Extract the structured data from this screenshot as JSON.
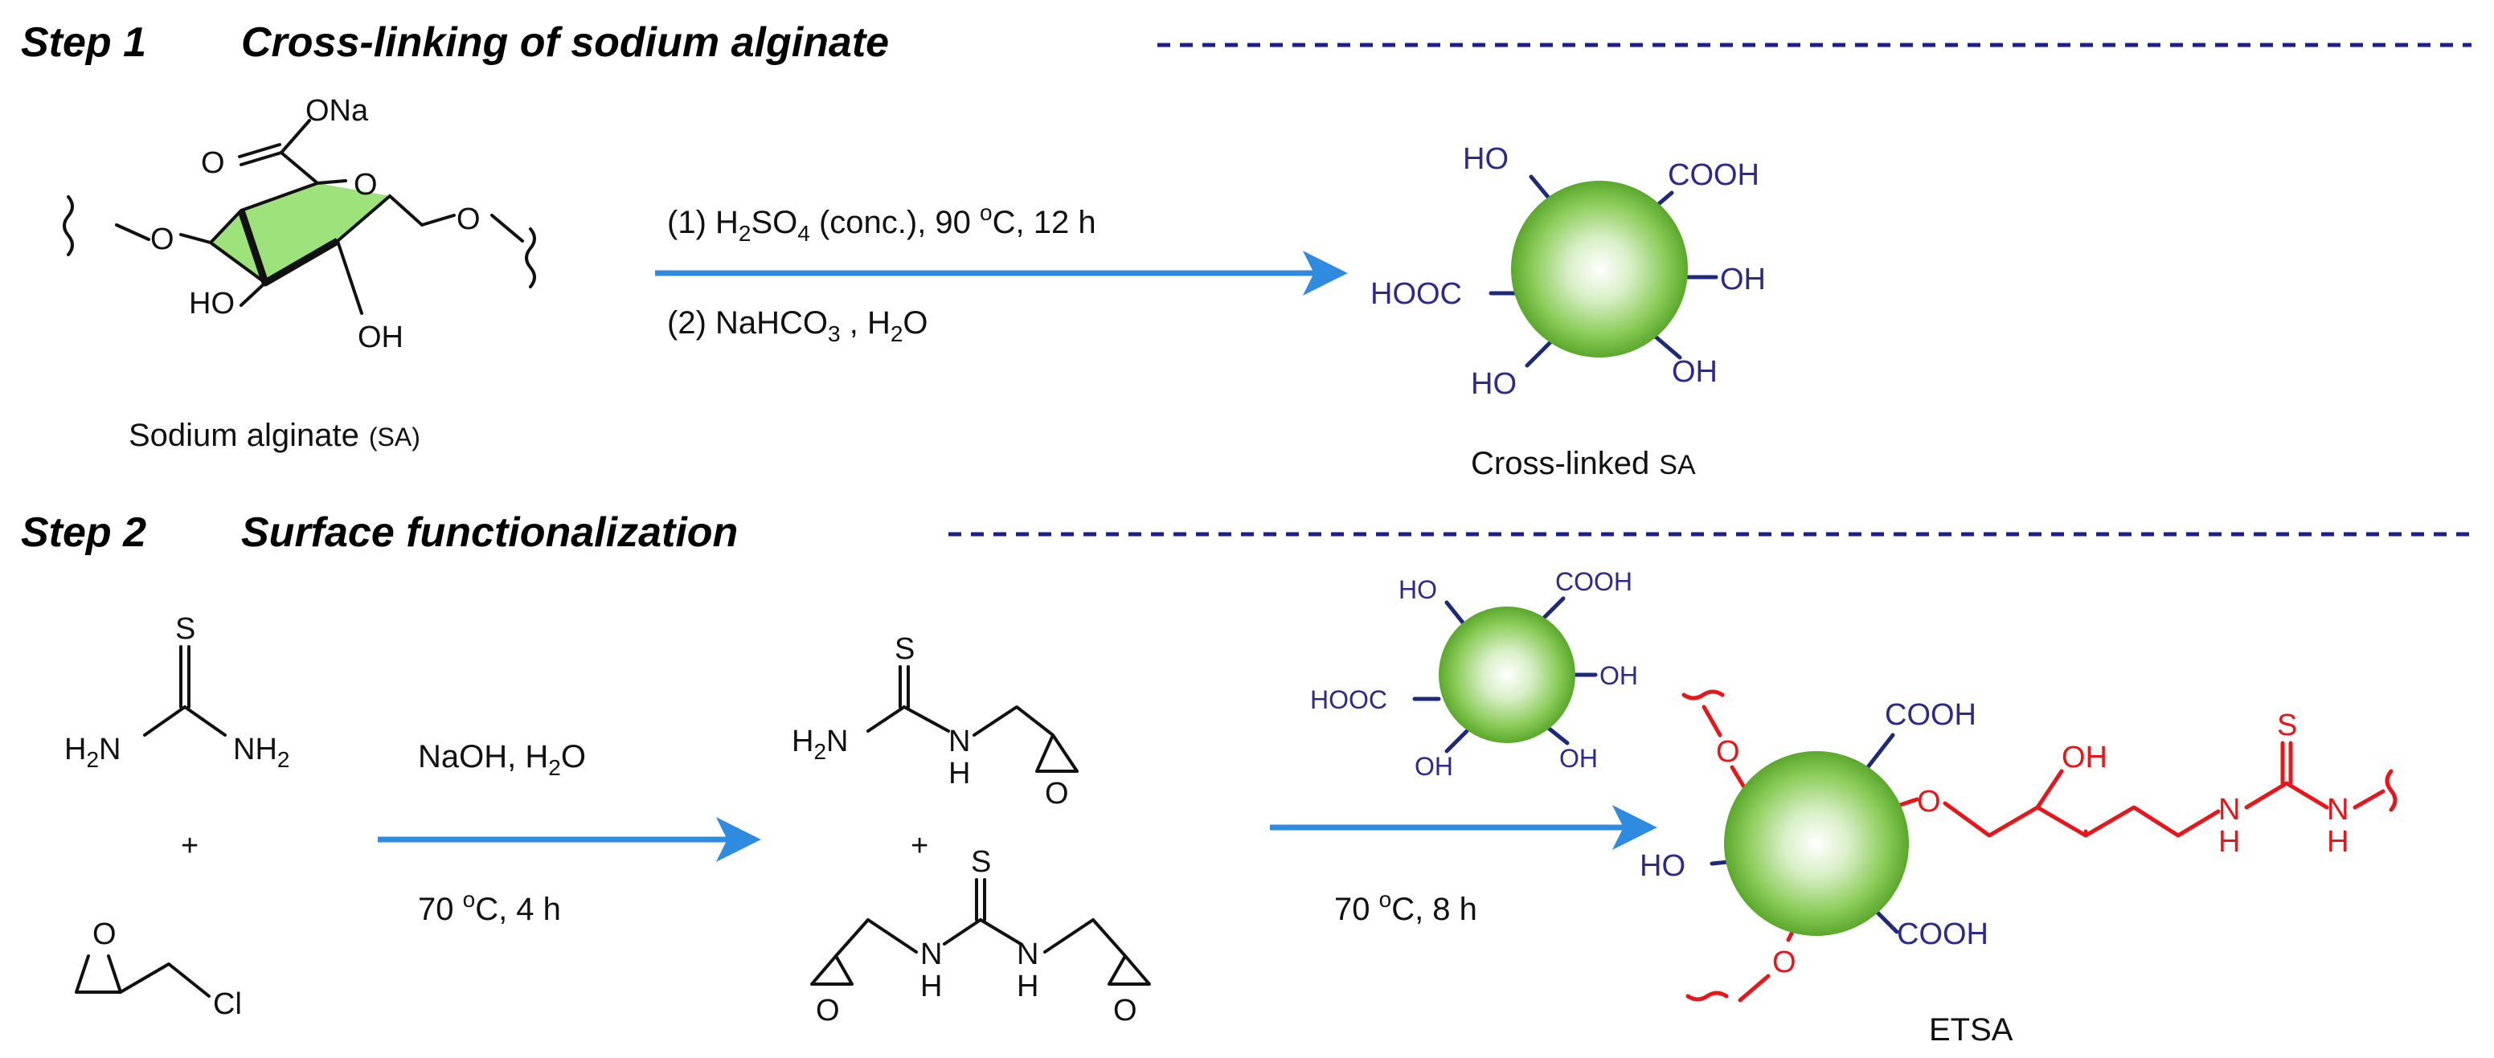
{
  "step1": {
    "prefix": "Step 1",
    "title": "Cross-linking of sodium alginate"
  },
  "step2": {
    "prefix": "Step 2",
    "title": "Surface functionalization"
  },
  "sodium_alginate": {
    "caption_main": "Sodium alginate",
    "caption_abbr": "(SA)",
    "atoms": {
      "ona": "ONa",
      "ho": "HO",
      "oh": "OH",
      "o": "O"
    }
  },
  "reaction1": {
    "cond1_prefix": "(1) H",
    "cond1_sub": "2",
    "cond1_mid": "SO",
    "cond1_sub2": "4",
    "cond1_suffix": " (conc.), 90 ",
    "cond1_sup": "o",
    "cond1_end": "C, 12 h",
    "cond2_prefix": "(2) NaHCO",
    "cond2_sub": "3",
    "cond2_mid": " , H",
    "cond2_sub2": "2",
    "cond2_end": "O"
  },
  "crosslinked_sa": {
    "caption_main": "Cross-linked",
    "caption_abbr": "SA",
    "groups": {
      "cooh": "COOH",
      "hooc": "HOOC",
      "oh": "OH",
      "ho": "HO"
    }
  },
  "reagents": {
    "thiourea": {
      "s": "S",
      "nh2_left": "H",
      "nh2_left_sub": "2",
      "nh2_left_n": "N",
      "nh2_right": "NH",
      "nh2_right_sub": "2"
    },
    "plus": "+",
    "epichlorohydrin": {
      "o": "O",
      "cl": "Cl"
    }
  },
  "reaction2": {
    "cond_top_prefix": "NaOH, H",
    "cond_top_sub": "2",
    "cond_top_end": "O",
    "cond_bottom_prefix": "70 ",
    "cond_bottom_sup": "o",
    "cond_bottom_end": "C, 4 h"
  },
  "intermediates": {
    "plus": "+",
    "mono": {
      "s": "S",
      "h2n": "H",
      "h2n_sub": "2",
      "h2n_n": "N",
      "n": "N",
      "h": "H",
      "o": "O"
    },
    "bis": {
      "s": "S",
      "n": "N",
      "h": "H",
      "o": "O"
    }
  },
  "reaction3": {
    "cond_prefix": "70 ",
    "cond_sup": "o",
    "cond_end": "C, 8 h"
  },
  "etsa": {
    "caption": "ETSA",
    "groups": {
      "cooh": "COOH",
      "ho": "HO",
      "oh": "OH",
      "o": "O",
      "s": "S",
      "n": "N",
      "h": "H"
    }
  },
  "colors": {
    "arrow": "#2f8be0",
    "dashed_line": "#1d1f8a",
    "functional_group_blue": "#2d2a8c",
    "functionalization_red": "#e8161b",
    "sphere_green": "#6fbf3a",
    "ring_highlight_green": "#9ee27c"
  }
}
